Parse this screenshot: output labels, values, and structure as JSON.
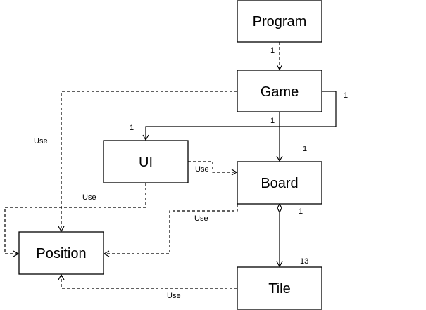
{
  "nodes": {
    "program": "Program",
    "game": "Game",
    "ui": "UI",
    "board": "Board",
    "position": "Position",
    "tile": "Tile"
  },
  "edges": {
    "program_game": {
      "label": "1"
    },
    "game_self": {
      "label": "1"
    },
    "game_ui": {
      "label": "1"
    },
    "game_board_source": {
      "label": "1"
    },
    "game_board_target": {
      "label": "1"
    },
    "game_position": {
      "label": "Use"
    },
    "ui_board": {
      "label": "Use"
    },
    "ui_position": {
      "label": "Use"
    },
    "board_position": {
      "label": "Use"
    },
    "board_tile_source": {
      "label": "1"
    },
    "board_tile_target": {
      "label": "13"
    },
    "tile_position": {
      "label": "Use"
    }
  }
}
